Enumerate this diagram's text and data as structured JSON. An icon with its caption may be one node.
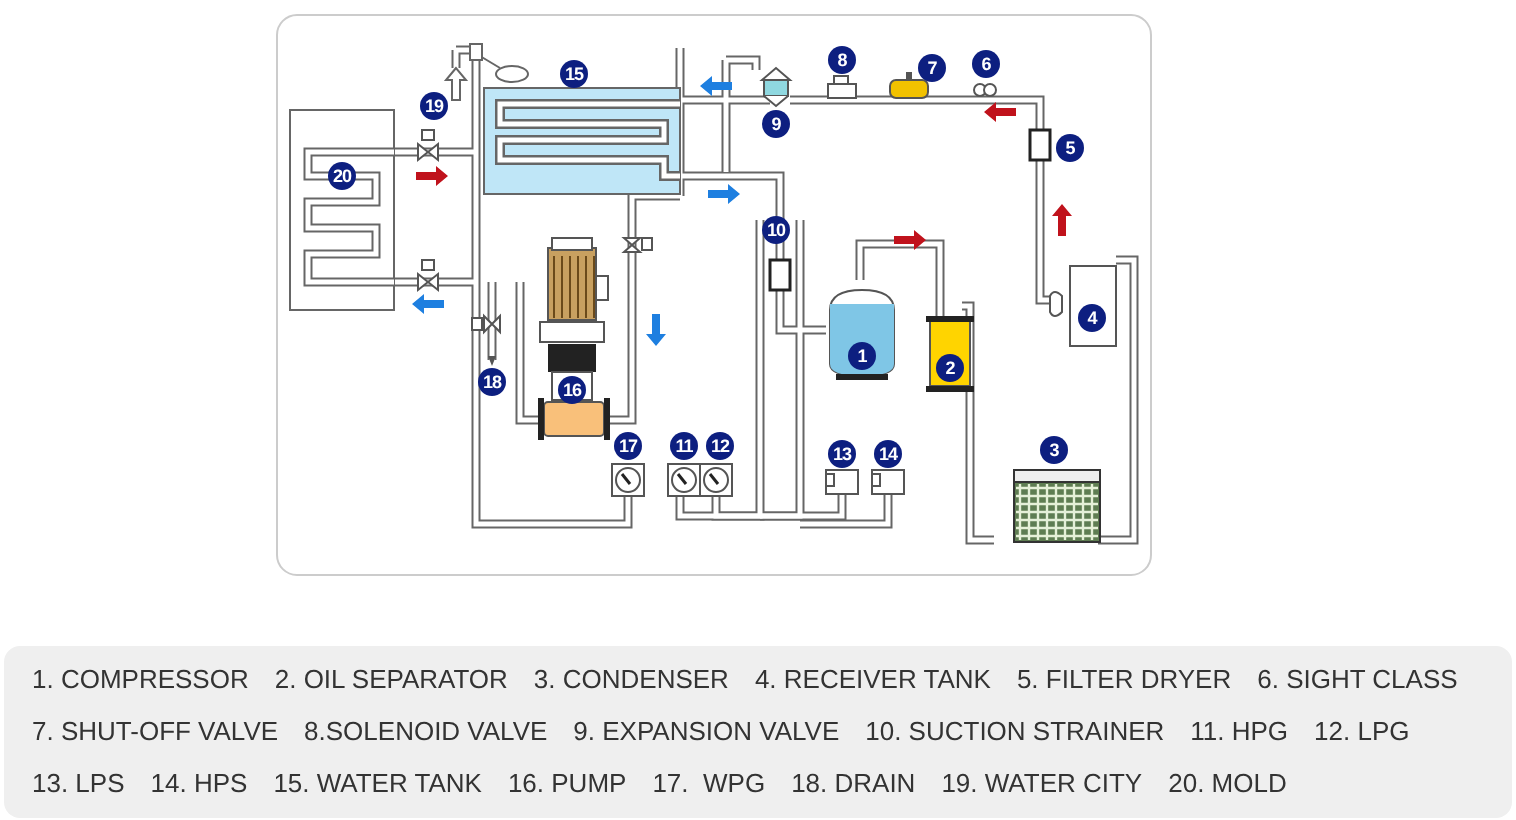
{
  "diagram": {
    "nodes": [
      {
        "text": [
          "1. COMPRESSOR",
          "2. OIL SEPARATOR",
          "3. CONDENSER",
          "4. RECEIVER TANK",
          "5. FILTER DRYER",
          "6. SIGHT CLASS",
          "7. SHUT-OFF VALVE",
          "8.SOLENOID VALVE",
          "9. EXPANSION VALVE",
          "10. SUCTION STRAINER",
          "11. HPG",
          "12. LPG",
          "13. LPS",
          "14. HPS",
          "15. WATER TANK",
          "16. PUMP",
          "17.  WPG",
          "18. DRAIN",
          "19. WATER CITY",
          "20. MOLD"
        ]
      }
    ],
    "labels": [
      "15",
      "8",
      "7",
      "6",
      "19",
      "9",
      "5",
      "20",
      "10",
      "1",
      "4",
      "2",
      "18",
      "16",
      "17",
      "11",
      "12",
      "13",
      "14",
      "3"
    ]
  }
}
